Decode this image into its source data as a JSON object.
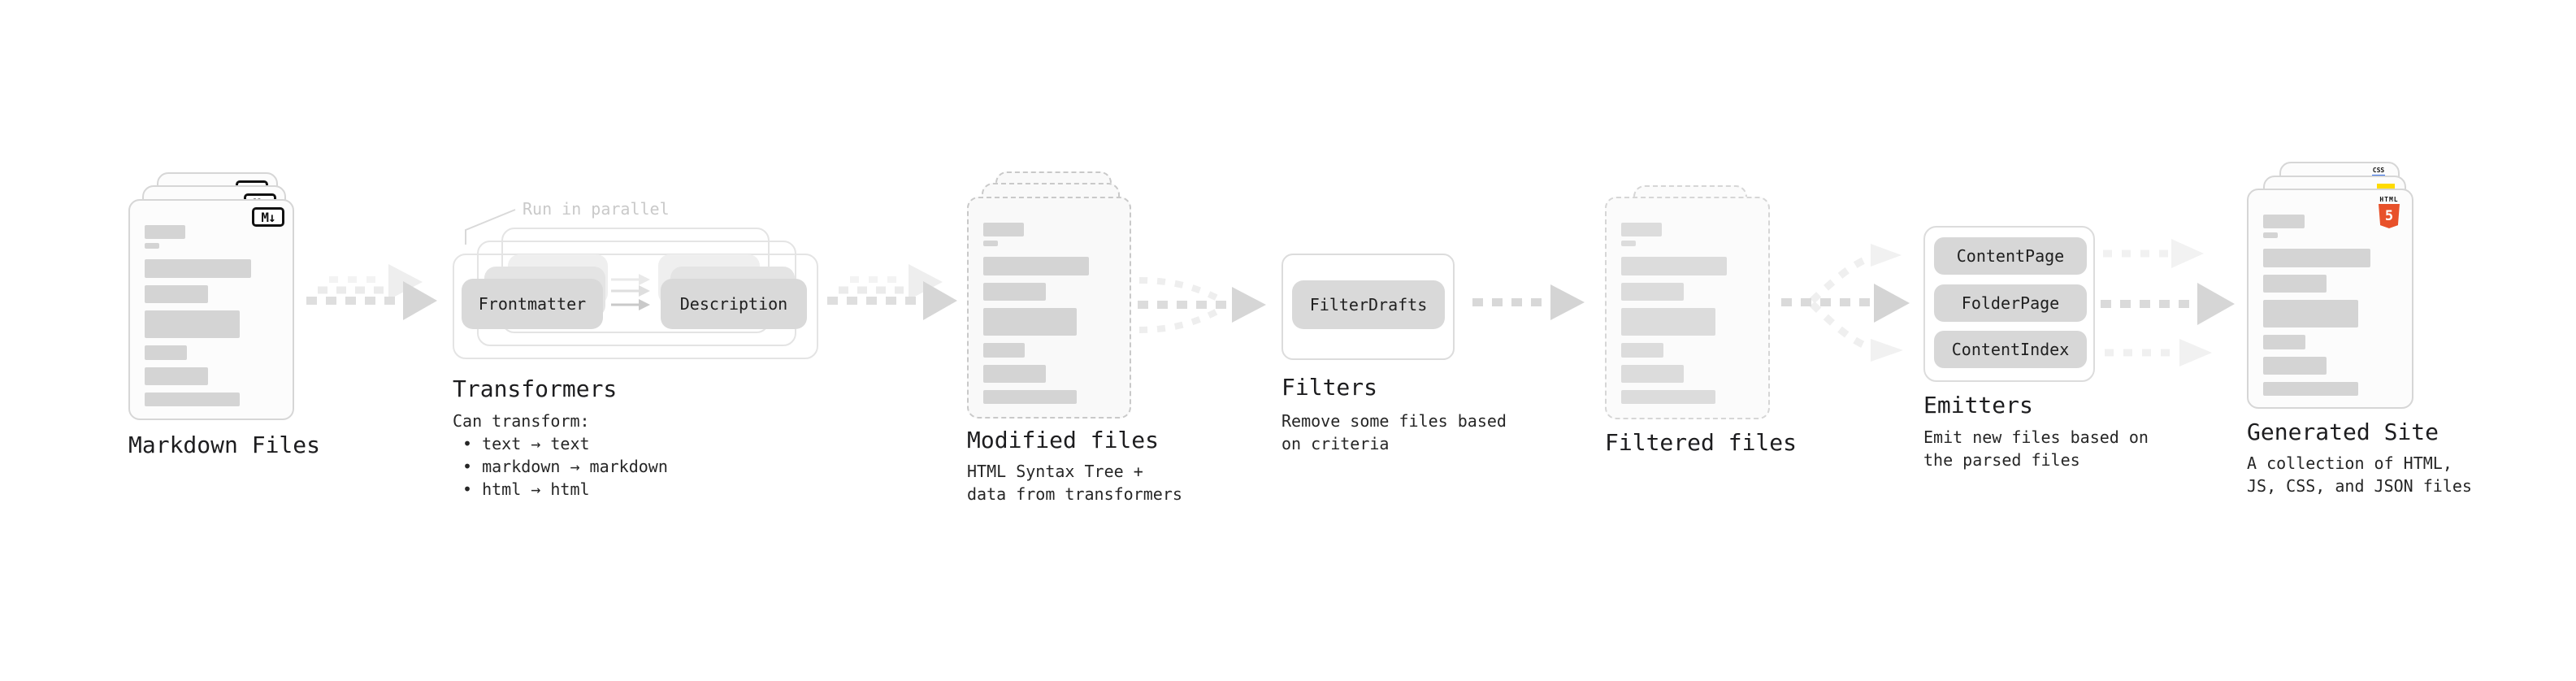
{
  "diagram": {
    "stages": [
      {
        "id": "markdown-files",
        "title": "Markdown Files"
      },
      {
        "id": "transformers",
        "title": "Transformers",
        "annotation": "Run in parallel",
        "boxes": [
          "Frontmatter",
          "Description"
        ],
        "desc": [
          "Can transform:",
          "• text → text",
          "• markdown → markdown",
          "• html → html"
        ]
      },
      {
        "id": "modified-files",
        "title": "Modified files",
        "desc": [
          "HTML Syntax Tree +",
          "data from transformers"
        ]
      },
      {
        "id": "filters",
        "title": "Filters",
        "boxes": [
          "FilterDrafts"
        ],
        "desc": [
          "Remove some files based",
          "on criteria"
        ]
      },
      {
        "id": "filtered-files",
        "title": "Filtered files"
      },
      {
        "id": "emitters",
        "title": "Emitters",
        "boxes": [
          "ContentPage",
          "FolderPage",
          "ContentIndex"
        ],
        "desc": [
          "Emit new files based on",
          "the parsed files"
        ]
      },
      {
        "id": "generated-site",
        "title": "Generated Site",
        "desc": [
          "A collection of HTML,",
          "JS, CSS, and JSON files"
        ]
      }
    ],
    "badges": {
      "markdown": "M↓",
      "html_label": "HTML",
      "html_number": "5",
      "css_label": "CSS"
    },
    "colors": {
      "bar_gray": "#d4d4d4",
      "box_gray": "#d9d9d9",
      "arrow_gray": "#d9d9d9",
      "faint_arrow": "#efefef",
      "annotation_gray": "#c9c9c9",
      "card_border": "#d6d6d6",
      "html5_orange": "#e8512a",
      "js_yellow": "#ffdb00",
      "css_blue": "#2e6be6"
    }
  }
}
